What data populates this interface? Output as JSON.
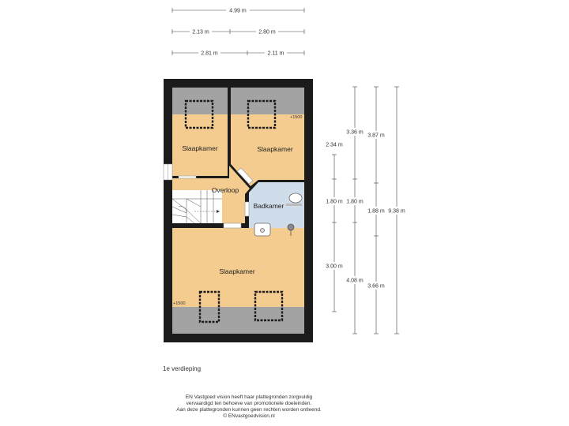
{
  "top_dimensions": {
    "total": "4.99 m",
    "row2_left": "2.13 m",
    "row2_right": "2.80 m",
    "row3_left": "2.81 m",
    "row3_right": "2.11 m"
  },
  "rooms": {
    "slaapkamer_top_left": "Slaapkamer",
    "slaapkamer_top_right": "Slaapkamer",
    "overloop": "Overloop",
    "badkamer": "Badkamer",
    "slaapkamer_bottom": "Slaapkamer"
  },
  "elevation_marks": {
    "top_right": "+1500",
    "bottom_left": "+1500"
  },
  "side_dimensions": {
    "col1": [
      "2.34 m",
      "1.80 m",
      "3.00 m"
    ],
    "col2": [
      "3.36 m",
      "1.80 m",
      "4.08 m"
    ],
    "col3": [
      "3.87 m",
      "1.88 m",
      "3.66 m"
    ],
    "col4": [
      "9.38 m"
    ]
  },
  "floor_label": "1e verdieping",
  "footer": {
    "line1": "EN Vastgoed vision heeft haar plattegronden zorgvuldig",
    "line2": "vervaardigd ten behoeve van promotionele doeleinden.",
    "line3": "Aan deze plattegronden kunnen geen rechten worden ontleend.",
    "line4": "© ENvastgoedvision.nl"
  },
  "colors": {
    "room_fill": "#f5cc8f",
    "bath_fill": "#cfdcea",
    "slope_fill": "#a3a3a3",
    "wall": "#1b1b1b"
  }
}
